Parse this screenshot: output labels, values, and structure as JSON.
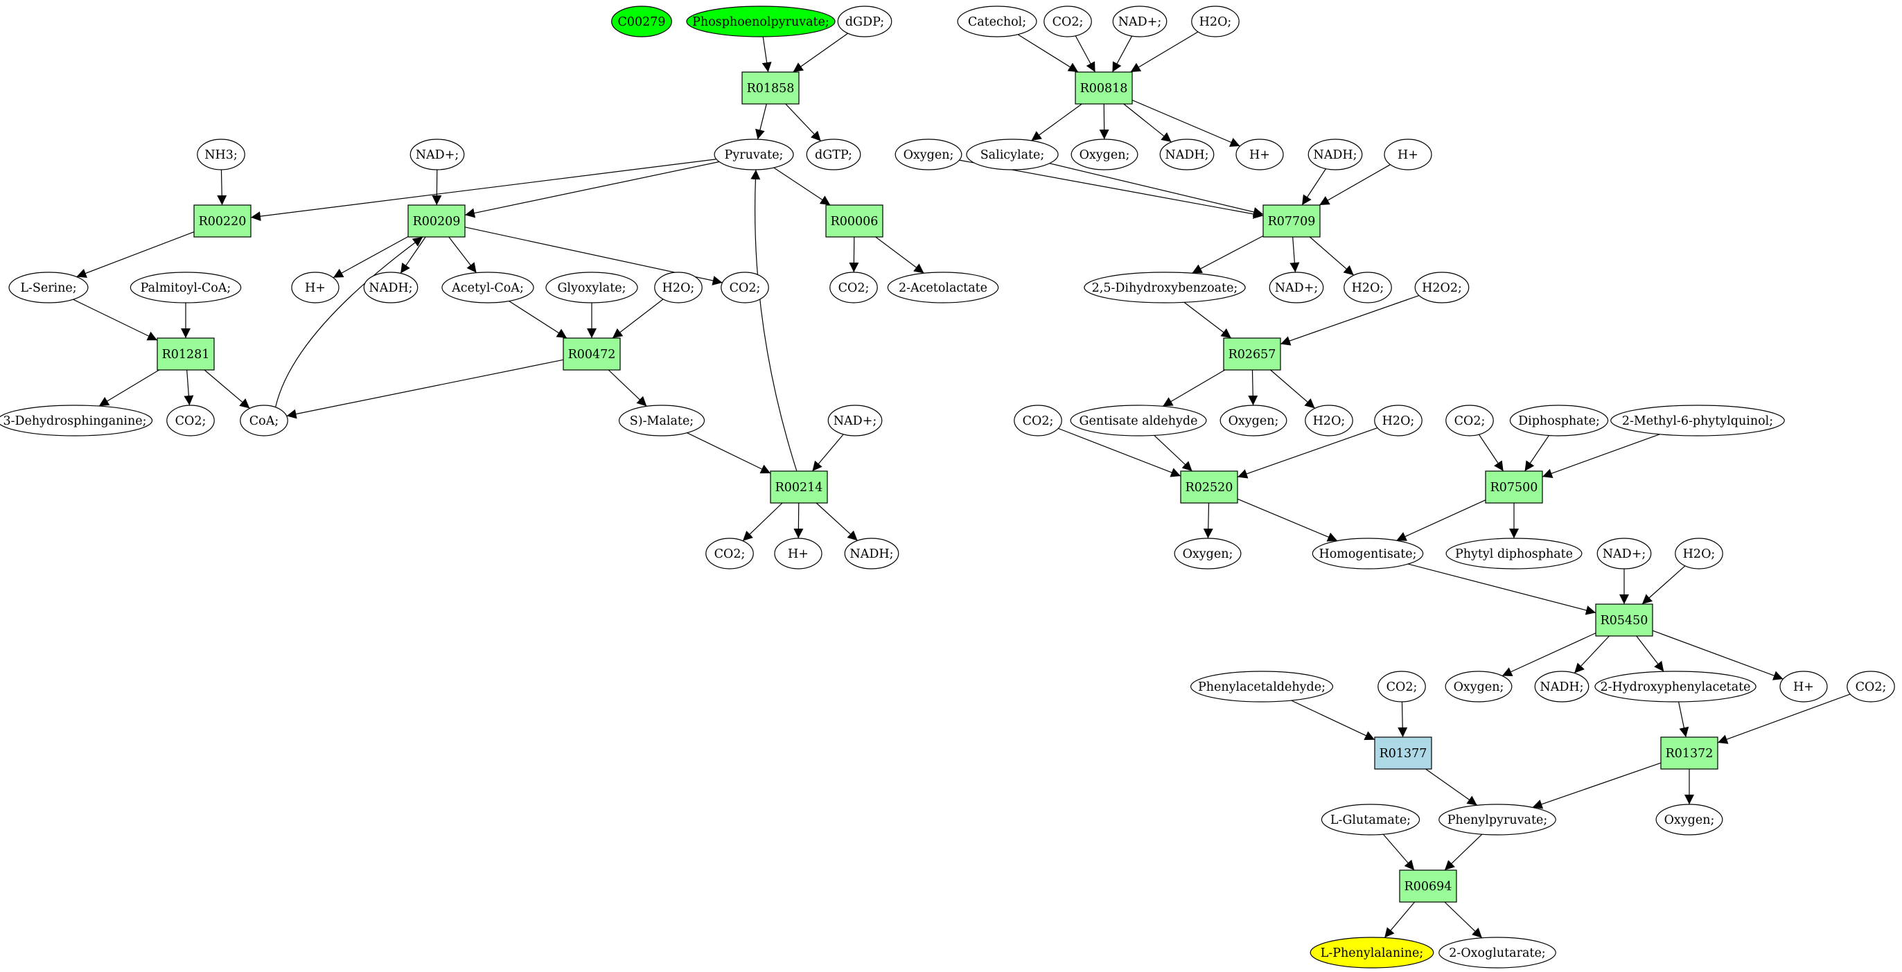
{
  "colors": {
    "reaction": "#98fb98",
    "reaction_highlight": "#add8e6",
    "compound": "#ffffff",
    "start": "#00ff00",
    "target": "#ffff00",
    "stroke": "#000000"
  },
  "nodes": [
    {
      "id": "C00279",
      "label": "C00279",
      "kind": "compound",
      "fill": "start"
    },
    {
      "id": "PEP",
      "label": "Phosphoenolpyruvate;",
      "kind": "compound",
      "fill": "start"
    },
    {
      "id": "dGDP",
      "label": "dGDP;",
      "kind": "compound"
    },
    {
      "id": "R01858",
      "label": "R01858",
      "kind": "reaction"
    },
    {
      "id": "Pyr",
      "label": "Pyruvate;",
      "kind": "compound"
    },
    {
      "id": "dGTP",
      "label": "dGTP;",
      "kind": "compound"
    },
    {
      "id": "NH3",
      "label": "NH3;",
      "kind": "compound"
    },
    {
      "id": "NADp_1",
      "label": "NAD+;",
      "kind": "compound"
    },
    {
      "id": "R00220",
      "label": "R00220",
      "kind": "reaction"
    },
    {
      "id": "R00209",
      "label": "R00209",
      "kind": "reaction"
    },
    {
      "id": "R00006",
      "label": "R00006",
      "kind": "reaction"
    },
    {
      "id": "LSer",
      "label": "L-Serine;",
      "kind": "compound"
    },
    {
      "id": "PalmCoA",
      "label": "Palmitoyl-CoA;",
      "kind": "compound"
    },
    {
      "id": "Hp_1",
      "label": "H+",
      "kind": "compound"
    },
    {
      "id": "NADH_1",
      "label": "NADH;",
      "kind": "compound"
    },
    {
      "id": "AcCoA",
      "label": "Acetyl-CoA;",
      "kind": "compound"
    },
    {
      "id": "Glyox",
      "label": "Glyoxylate;",
      "kind": "compound"
    },
    {
      "id": "H2O_1",
      "label": "H2O;",
      "kind": "compound"
    },
    {
      "id": "CO2_1",
      "label": "CO2;",
      "kind": "compound"
    },
    {
      "id": "CO2_2",
      "label": "CO2;",
      "kind": "compound"
    },
    {
      "id": "Acetolac",
      "label": "2-Acetolactate",
      "kind": "compound"
    },
    {
      "id": "R01281",
      "label": "R01281",
      "kind": "reaction"
    },
    {
      "id": "R00472",
      "label": "R00472",
      "kind": "reaction"
    },
    {
      "id": "DehydroSph",
      "label": "3-Dehydrosphinganine;",
      "kind": "compound"
    },
    {
      "id": "CO2_3",
      "label": "CO2;",
      "kind": "compound"
    },
    {
      "id": "CoA",
      "label": "CoA;",
      "kind": "compound"
    },
    {
      "id": "SMal",
      "label": "S)-Malate;",
      "kind": "compound"
    },
    {
      "id": "NADp_2",
      "label": "NAD+;",
      "kind": "compound"
    },
    {
      "id": "R00214",
      "label": "R00214",
      "kind": "reaction"
    },
    {
      "id": "CO2_4",
      "label": "CO2;",
      "kind": "compound"
    },
    {
      "id": "Hp_2",
      "label": "H+",
      "kind": "compound"
    },
    {
      "id": "NADH_2",
      "label": "NADH;",
      "kind": "compound"
    },
    {
      "id": "Catechol",
      "label": "Catechol;",
      "kind": "compound"
    },
    {
      "id": "CO2_5",
      "label": "CO2;",
      "kind": "compound"
    },
    {
      "id": "NADp_3",
      "label": "NAD+;",
      "kind": "compound"
    },
    {
      "id": "H2O_2",
      "label": "H2O;",
      "kind": "compound"
    },
    {
      "id": "R00818",
      "label": "R00818",
      "kind": "reaction"
    },
    {
      "id": "Oxy_1",
      "label": "Oxygen;",
      "kind": "compound"
    },
    {
      "id": "Salic",
      "label": "Salicylate;",
      "kind": "compound"
    },
    {
      "id": "Oxy_2",
      "label": "Oxygen;",
      "kind": "compound"
    },
    {
      "id": "NADH_3",
      "label": "NADH;",
      "kind": "compound"
    },
    {
      "id": "Hp_3",
      "label": "H+",
      "kind": "compound"
    },
    {
      "id": "NADH_4",
      "label": "NADH;",
      "kind": "compound"
    },
    {
      "id": "Hp_4",
      "label": "H+",
      "kind": "compound"
    },
    {
      "id": "R07709",
      "label": "R07709",
      "kind": "reaction"
    },
    {
      "id": "DHB",
      "label": "2,5-Dihydroxybenzoate;",
      "kind": "compound"
    },
    {
      "id": "NADp_4",
      "label": "NAD+;",
      "kind": "compound"
    },
    {
      "id": "H2O_3",
      "label": "H2O;",
      "kind": "compound"
    },
    {
      "id": "H2O2",
      "label": "H2O2;",
      "kind": "compound"
    },
    {
      "id": "R02657",
      "label": "R02657",
      "kind": "reaction"
    },
    {
      "id": "CO2_6",
      "label": "CO2;",
      "kind": "compound"
    },
    {
      "id": "GentAld",
      "label": "Gentisate aldehyde",
      "kind": "compound"
    },
    {
      "id": "Oxy_3",
      "label": "Oxygen;",
      "kind": "compound"
    },
    {
      "id": "H2O_4",
      "label": "H2O;",
      "kind": "compound"
    },
    {
      "id": "H2O_5",
      "label": "H2O;",
      "kind": "compound"
    },
    {
      "id": "CO2_7",
      "label": "CO2;",
      "kind": "compound"
    },
    {
      "id": "Diphos",
      "label": "Diphosphate;",
      "kind": "compound"
    },
    {
      "id": "MPQ",
      "label": "2-Methyl-6-phytylquinol;",
      "kind": "compound"
    },
    {
      "id": "R02520",
      "label": "R02520",
      "kind": "reaction"
    },
    {
      "id": "R07500",
      "label": "R07500",
      "kind": "reaction"
    },
    {
      "id": "Oxy_4",
      "label": "Oxygen;",
      "kind": "compound"
    },
    {
      "id": "Homog",
      "label": "Homogentisate;",
      "kind": "compound"
    },
    {
      "id": "PhytylDP",
      "label": "Phytyl diphosphate",
      "kind": "compound"
    },
    {
      "id": "NADp_5",
      "label": "NAD+;",
      "kind": "compound"
    },
    {
      "id": "H2O_6",
      "label": "H2O;",
      "kind": "compound"
    },
    {
      "id": "R05450",
      "label": "R05450",
      "kind": "reaction"
    },
    {
      "id": "PhAcAld",
      "label": "Phenylacetaldehyde;",
      "kind": "compound"
    },
    {
      "id": "CO2_8",
      "label": "CO2;",
      "kind": "compound"
    },
    {
      "id": "Oxy_5",
      "label": "Oxygen;",
      "kind": "compound"
    },
    {
      "id": "NADH_5",
      "label": "NADH;",
      "kind": "compound"
    },
    {
      "id": "HPA",
      "label": "2-Hydroxyphenylacetate",
      "kind": "compound"
    },
    {
      "id": "Hp_5",
      "label": "H+",
      "kind": "compound"
    },
    {
      "id": "CO2_9",
      "label": "CO2;",
      "kind": "compound"
    },
    {
      "id": "R01377",
      "label": "R01377",
      "kind": "reaction",
      "fill": "reaction_highlight"
    },
    {
      "id": "R01372",
      "label": "R01372",
      "kind": "reaction"
    },
    {
      "id": "LGlu",
      "label": "L-Glutamate;",
      "kind": "compound"
    },
    {
      "id": "PhPyr",
      "label": "Phenylpyruvate;",
      "kind": "compound"
    },
    {
      "id": "Oxy_6",
      "label": "Oxygen;",
      "kind": "compound"
    },
    {
      "id": "R00694",
      "label": "R00694",
      "kind": "reaction"
    },
    {
      "id": "LPhe",
      "label": "L-Phenylalanine;",
      "kind": "compound",
      "fill": "target"
    },
    {
      "id": "Oxoglu",
      "label": "2-Oxoglutarate;",
      "kind": "compound"
    }
  ],
  "edges": [
    [
      "PEP",
      "R01858"
    ],
    [
      "dGDP",
      "R01858"
    ],
    [
      "R01858",
      "Pyr"
    ],
    [
      "R01858",
      "dGTP"
    ],
    [
      "NH3",
      "R00220"
    ],
    [
      "Pyr",
      "R00220"
    ],
    [
      "R00220",
      "LSer"
    ],
    [
      "NADp_1",
      "R00209"
    ],
    [
      "Pyr",
      "R00209"
    ],
    [
      "CoA",
      "R00209"
    ],
    [
      "R00209",
      "Hp_1"
    ],
    [
      "R00209",
      "NADH_1"
    ],
    [
      "R00209",
      "AcCoA"
    ],
    [
      "R00209",
      "CO2_1"
    ],
    [
      "Pyr",
      "R00006"
    ],
    [
      "R00006",
      "CO2_2"
    ],
    [
      "R00006",
      "Acetolac"
    ],
    [
      "LSer",
      "R01281"
    ],
    [
      "PalmCoA",
      "R01281"
    ],
    [
      "R01281",
      "DehydroSph"
    ],
    [
      "R01281",
      "CO2_3"
    ],
    [
      "R01281",
      "CoA"
    ],
    [
      "AcCoA",
      "R00472"
    ],
    [
      "Glyox",
      "R00472"
    ],
    [
      "H2O_1",
      "R00472"
    ],
    [
      "R00472",
      "CoA"
    ],
    [
      "R00472",
      "SMal"
    ],
    [
      "SMal",
      "R00214"
    ],
    [
      "NADp_2",
      "R00214"
    ],
    [
      "R00214",
      "Pyr"
    ],
    [
      "R00214",
      "CO2_4"
    ],
    [
      "R00214",
      "Hp_2"
    ],
    [
      "R00214",
      "NADH_2"
    ],
    [
      "Catechol",
      "R00818"
    ],
    [
      "CO2_5",
      "R00818"
    ],
    [
      "NADp_3",
      "R00818"
    ],
    [
      "H2O_2",
      "R00818"
    ],
    [
      "R00818",
      "Salic"
    ],
    [
      "R00818",
      "Oxy_2"
    ],
    [
      "R00818",
      "NADH_3"
    ],
    [
      "R00818",
      "Hp_3"
    ],
    [
      "Oxy_1",
      "R07709"
    ],
    [
      "Salic",
      "R07709"
    ],
    [
      "NADH_4",
      "R07709"
    ],
    [
      "Hp_4",
      "R07709"
    ],
    [
      "R07709",
      "DHB"
    ],
    [
      "R07709",
      "NADp_4"
    ],
    [
      "R07709",
      "H2O_3"
    ],
    [
      "DHB",
      "R02657"
    ],
    [
      "H2O2",
      "R02657"
    ],
    [
      "R02657",
      "GentAld"
    ],
    [
      "R02657",
      "Oxy_3"
    ],
    [
      "R02657",
      "H2O_4"
    ],
    [
      "CO2_6",
      "R02520"
    ],
    [
      "GentAld",
      "R02520"
    ],
    [
      "H2O_5",
      "R02520"
    ],
    [
      "R02520",
      "Oxy_4"
    ],
    [
      "R02520",
      "Homog"
    ],
    [
      "CO2_7",
      "R07500"
    ],
    [
      "Diphos",
      "R07500"
    ],
    [
      "MPQ",
      "R07500"
    ],
    [
      "R07500",
      "Homog"
    ],
    [
      "R07500",
      "PhytylDP"
    ],
    [
      "Homog",
      "R05450"
    ],
    [
      "NADp_5",
      "R05450"
    ],
    [
      "H2O_6",
      "R05450"
    ],
    [
      "R05450",
      "Oxy_5"
    ],
    [
      "R05450",
      "NADH_5"
    ],
    [
      "R05450",
      "HPA"
    ],
    [
      "R05450",
      "Hp_5"
    ],
    [
      "PhAcAld",
      "R01377"
    ],
    [
      "CO2_8",
      "R01377"
    ],
    [
      "R01377",
      "PhPyr"
    ],
    [
      "HPA",
      "R01372"
    ],
    [
      "CO2_9",
      "R01372"
    ],
    [
      "R01372",
      "PhPyr"
    ],
    [
      "R01372",
      "Oxy_6"
    ],
    [
      "LGlu",
      "R00694"
    ],
    [
      "PhPyr",
      "R00694"
    ],
    [
      "R00694",
      "LPhe"
    ],
    [
      "R00694",
      "Oxoglu"
    ]
  ]
}
